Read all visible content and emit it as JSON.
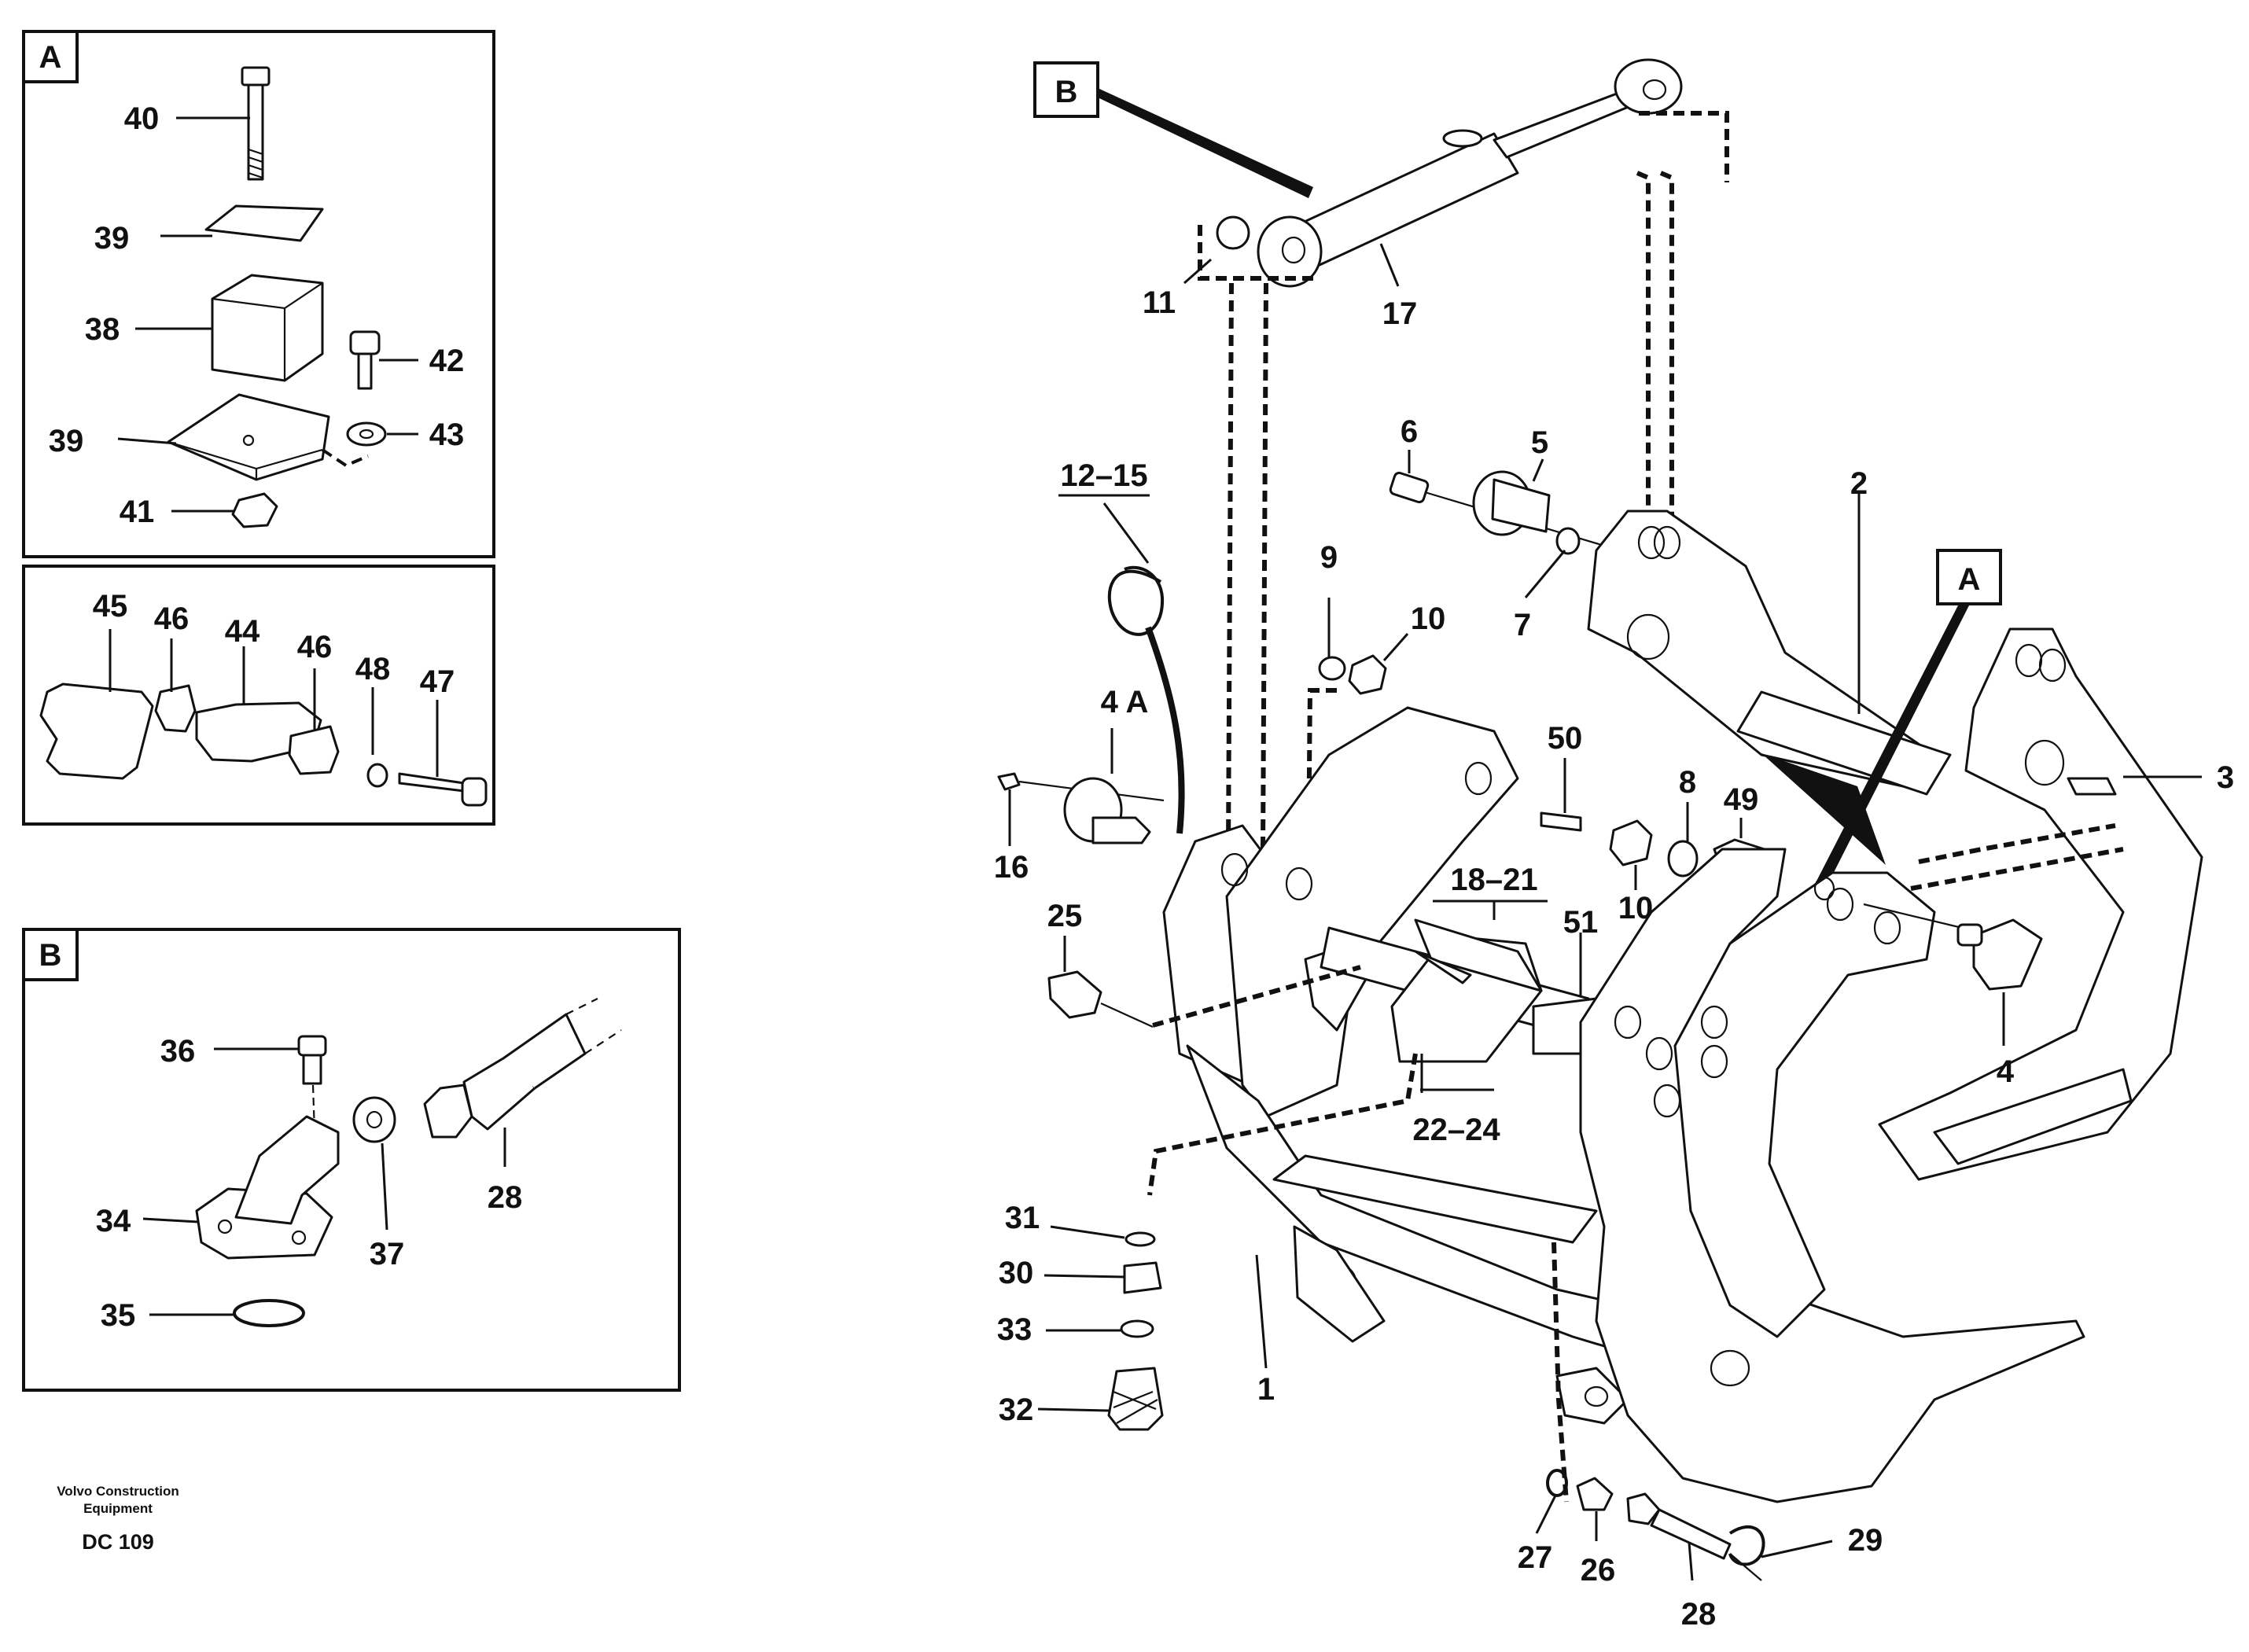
{
  "detail_a": {
    "letter": "A",
    "parts": [
      "40",
      "39",
      "38",
      "42",
      "43",
      "39",
      "41"
    ]
  },
  "detail_a2": {
    "parts": [
      "45",
      "46",
      "44",
      "46",
      "48",
      "47"
    ]
  },
  "detail_b": {
    "letter": "B",
    "parts": [
      "36",
      "34",
      "37",
      "28",
      "35"
    ]
  },
  "main": {
    "callout_b": "B",
    "callout_a": "A",
    "parts": [
      "11",
      "17",
      "12–15",
      "6",
      "5",
      "2",
      "9",
      "10",
      "7",
      "4 A",
      "16",
      "50",
      "8",
      "49",
      "10",
      "3",
      "25",
      "18–21",
      "51",
      "22–24",
      "4",
      "31",
      "30",
      "33",
      "32",
      "1",
      "27",
      "26",
      "28",
      "29"
    ]
  },
  "footer": {
    "company_line1": "Volvo Construction",
    "company_line2": "Equipment",
    "code": "DC 109"
  }
}
